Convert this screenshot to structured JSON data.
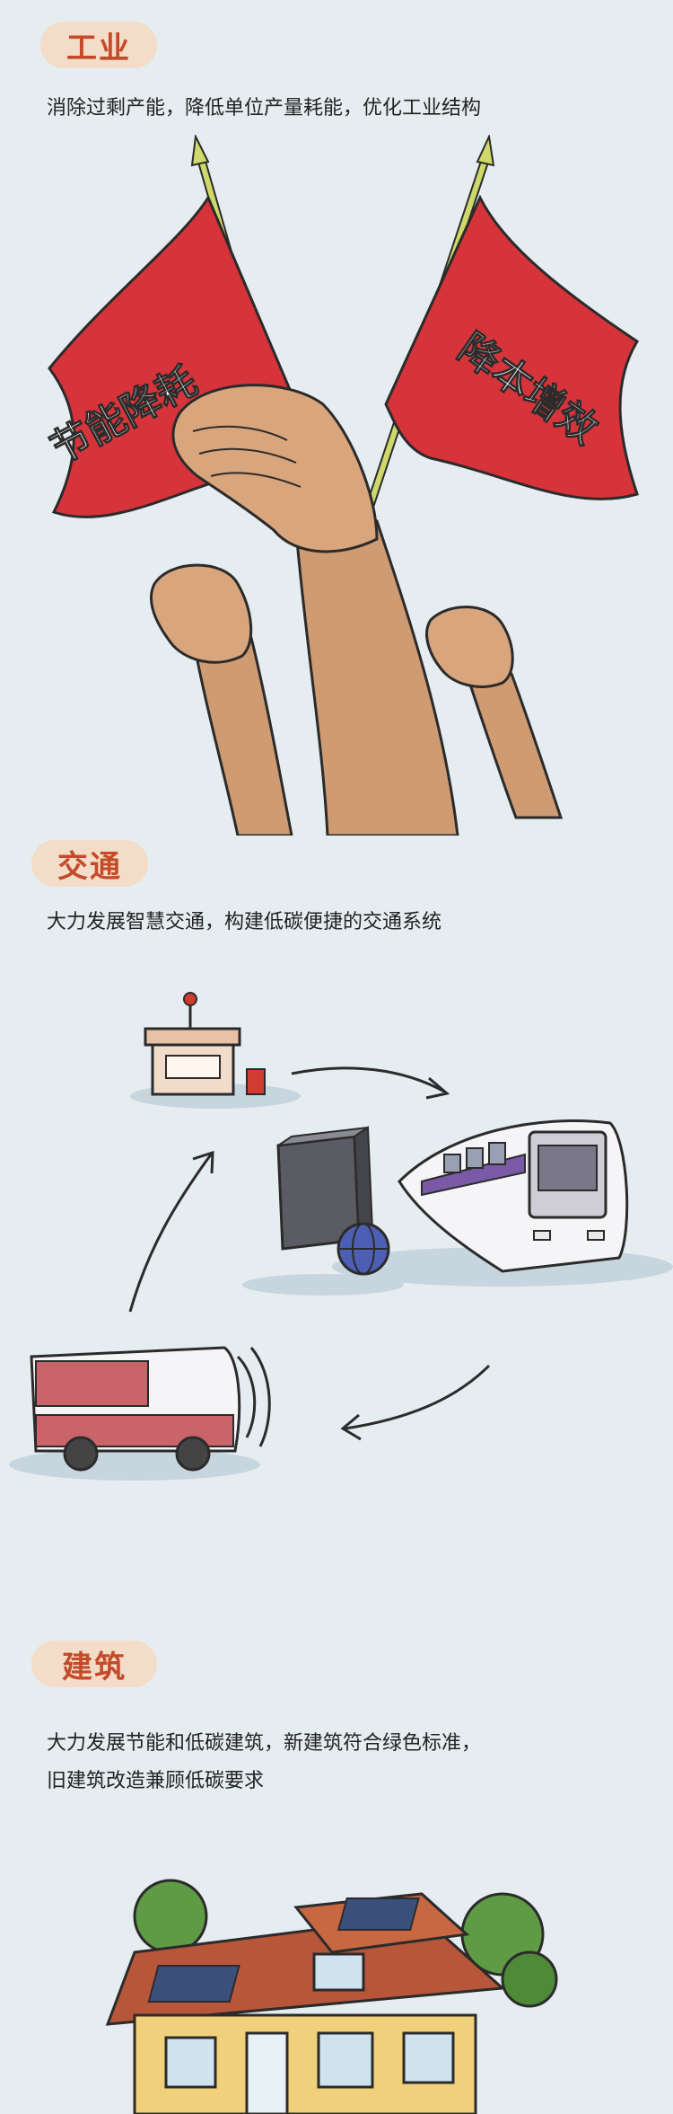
{
  "industry": {
    "tag": "工业",
    "desc": "消除过剩产能，降低单位产量耗能，优化工业结构",
    "flag_left": "节能降耗",
    "flag_right": "降本增效"
  },
  "transport": {
    "tag": "交通",
    "desc": "大力发展智慧交通，构建低碳便捷的交通系统"
  },
  "building": {
    "tag": "建筑",
    "desc_line1": "大力发展节能和低碳建筑，新建筑符合绿色标准，",
    "desc_line2": "旧建筑改造兼顾低碳要求"
  },
  "colors": {
    "background": "#e6edf1",
    "tag_bg": "#f3dcc8",
    "tag_text": "#c44a2a",
    "flag_red": "#d6343a"
  }
}
